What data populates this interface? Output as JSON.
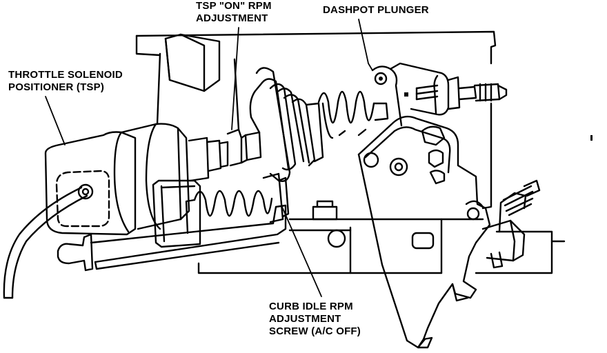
{
  "labels": {
    "tsp_rpm": {
      "line1": "TSP \"ON\" RPM",
      "line2": "ADJUSTMENT"
    },
    "dashpot": {
      "line1": "DASHPOT PLUNGER"
    },
    "tsp": {
      "line1": "THROTTLE SOLENOID",
      "line2": "POSITIONER (TSP)"
    },
    "curb_idle": {
      "line1": "CURB IDLE RPM",
      "line2": "ADJUSTMENT",
      "line3": "SCREW (A/C OFF)"
    }
  },
  "colors": {
    "ink": "#000000",
    "paper": "#ffffff"
  }
}
